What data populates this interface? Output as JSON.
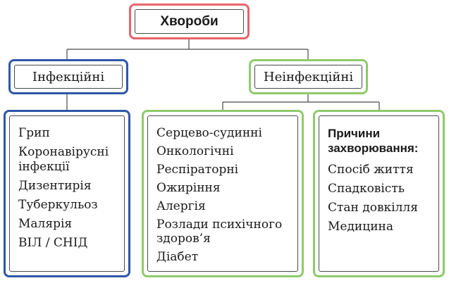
{
  "root": {
    "label": "Хвороби"
  },
  "infectious": {
    "label": "Інфекційні",
    "items": [
      "Грип",
      "Коронавірусні інфекції",
      "Дизентирія",
      "Туберкульоз",
      "Малярія",
      "ВІЛ / СНІД"
    ]
  },
  "noninfectious": {
    "label": "Неінфекційні",
    "items": [
      "Серцево-судинні",
      "Онкологічні",
      "Респіраторні",
      "Ожиріння",
      "Алергія",
      "Розлади психічного здоров’я",
      "Діабет"
    ],
    "causes": {
      "title": "Причини захворювання:",
      "items": [
        "Спосіб життя",
        "Спадковість",
        "Стан довкілля",
        "Медицина"
      ]
    }
  },
  "colors": {
    "root_frame": "#e8636a",
    "infectious_frame": "#2e57a8",
    "noninfectious_frame": "#8fca6b",
    "lines": "#4a4a4a"
  }
}
